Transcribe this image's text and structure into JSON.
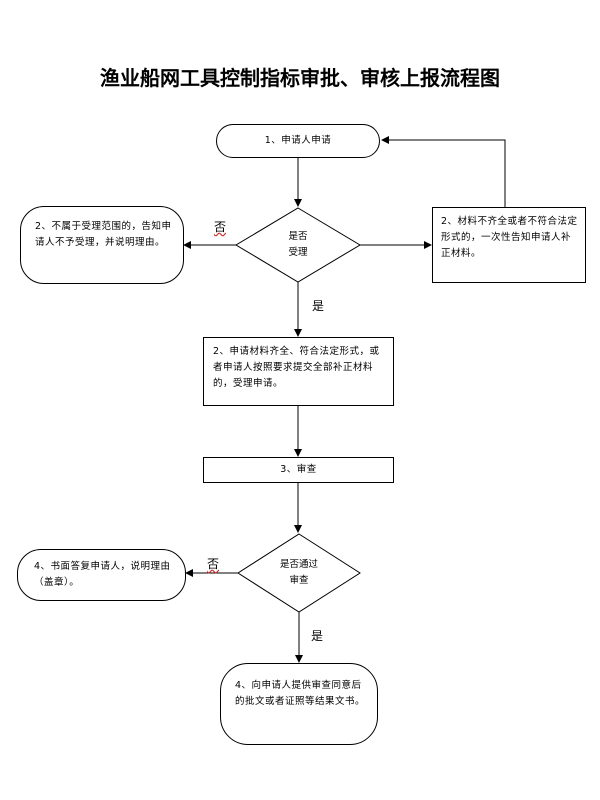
{
  "title": "渔业船网工具控制指标审批、审核上报流程图",
  "nodes": {
    "apply": "1、申请人申请",
    "not_accept": "2、不属于受理范围的，告知申请人不予受理，并说明理由。",
    "decision_accept": [
      "是否",
      "受理"
    ],
    "supplement": "2、材料不齐全或者不符合法定形式的，一次性告知申请人补正材料。",
    "accept": "2、申请材料齐全、符合法定形式，或者申请人按照要求提交全部补正材料的，受理申请。",
    "review": "3、审查",
    "decision_review": [
      "是否通过",
      "审查"
    ],
    "reply": "4、书面答复申请人，说明理由（盖章）。",
    "approve": "4、向申请人提供审查同意后的批文或者证照等结果文书。"
  },
  "labels": {
    "no1": "否",
    "yes1": "是",
    "no2": "否",
    "yes2": "是"
  }
}
